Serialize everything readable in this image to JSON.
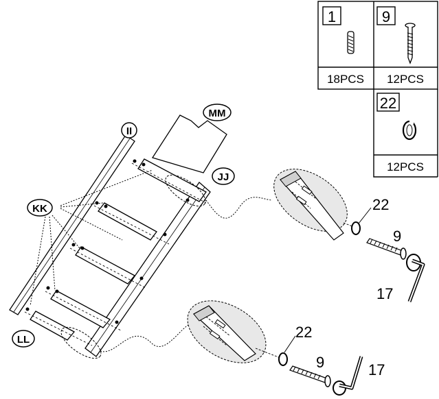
{
  "parts_table": {
    "columns": [
      {
        "part_no": "1",
        "icon": "dowel-pin-icon",
        "qty": "18PCS"
      },
      {
        "part_no": "9",
        "icon": "screw-icon",
        "qty": "12PCS"
      }
    ],
    "extra": {
      "part_no": "22",
      "icon": "spring-washer-icon",
      "qty": "12PCS"
    }
  },
  "labels": {
    "II": "II",
    "MM": "MM",
    "JJ": "JJ",
    "KK": "KK",
    "LL": "LL"
  },
  "callouts": {
    "upper": {
      "washer": "22",
      "screw": "9",
      "key": "17"
    },
    "lower": {
      "washer": "22",
      "screw": "9",
      "key": "17"
    }
  }
}
